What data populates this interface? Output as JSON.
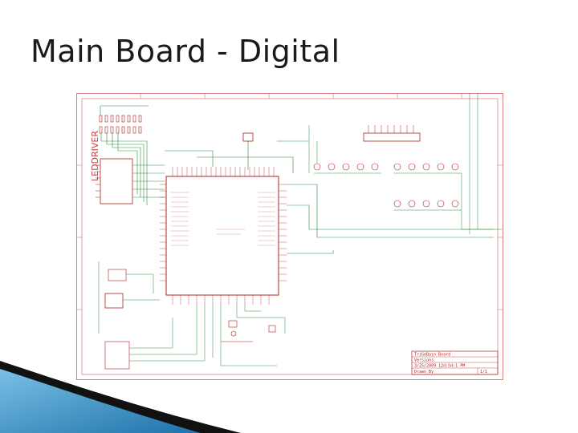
{
  "slide": {
    "title": "Main Board - Digital"
  },
  "schematic": {
    "block_label": "LEDDRIVER",
    "title_block": {
      "line1": "TriGeBain Board",
      "line2": "Versions",
      "line3": "3/25/2009 12d:5d:1 PM",
      "line4": "Drawn By",
      "sheet": "1/1"
    }
  }
}
